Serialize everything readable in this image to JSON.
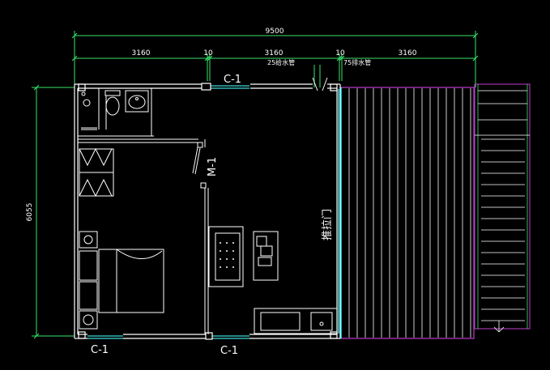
{
  "dimensions": {
    "overall": "9500",
    "seg_left": "3160",
    "gap_left": "10",
    "seg_mid": "3160",
    "gap_right": "10",
    "seg_right": "3160",
    "height": "6055"
  },
  "pipes": {
    "water_supply": "25给水管",
    "drain": "75排水管"
  },
  "labels": {
    "window_top": "C-1",
    "window_bottom_left": "C-1",
    "window_bottom_mid": "C-1",
    "door_m1": "M-1",
    "sliding_door": "推拉门"
  },
  "colors": {
    "wall": "#ffffff",
    "dim_line": "#39e36a",
    "window": "#3fd6d6",
    "deck_cyan": "#00ffff",
    "deck_magenta": "#c23bd0",
    "deck_green": "#39e36a"
  }
}
